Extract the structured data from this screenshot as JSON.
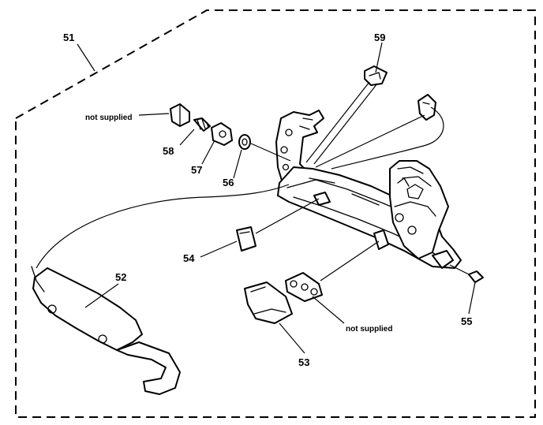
{
  "callouts": {
    "p51": "51",
    "p52": "52",
    "p53": "53",
    "p54": "54",
    "p55": "55",
    "p56": "56",
    "p57": "57",
    "p58": "58",
    "p59": "59"
  },
  "notes": {
    "not_supplied_upper": "not supplied",
    "not_supplied_lower": "not supplied"
  },
  "colors": {
    "line": "#000000",
    "background": "#ffffff"
  }
}
